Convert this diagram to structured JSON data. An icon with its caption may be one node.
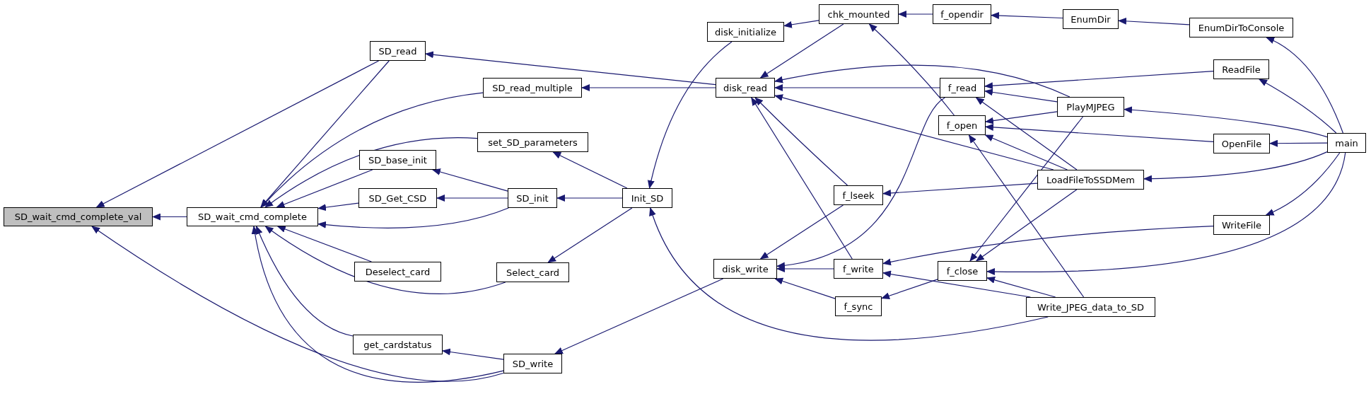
{
  "diagram": {
    "nodes": [
      {
        "text": [
          "SD_wait_cmd_complete_val"
        ]
      },
      {
        "text": [
          "SD_wait_cmd_complete"
        ]
      },
      {
        "text": [
          "SD_read"
        ]
      },
      {
        "text": [
          "SD_read_multiple"
        ]
      },
      {
        "text": [
          "set_SD_parameters"
        ]
      },
      {
        "text": [
          "SD_base_init"
        ]
      },
      {
        "text": [
          "SD_Get_CSD"
        ]
      },
      {
        "text": [
          "SD_init"
        ]
      },
      {
        "text": [
          "Deselect_card"
        ]
      },
      {
        "text": [
          "Select_card"
        ]
      },
      {
        "text": [
          "get_cardstatus"
        ]
      },
      {
        "text": [
          "SD_write"
        ]
      },
      {
        "text": [
          "Init_SD"
        ]
      },
      {
        "text": [
          "disk_initialize"
        ]
      },
      {
        "text": [
          "disk_read"
        ]
      },
      {
        "text": [
          "disk_write"
        ]
      },
      {
        "text": [
          "chk_mounted"
        ]
      },
      {
        "text": [
          "f_opendir"
        ]
      },
      {
        "text": [
          "EnumDir"
        ]
      },
      {
        "text": [
          "EnumDirToConsole"
        ]
      },
      {
        "text": [
          "f_read"
        ]
      },
      {
        "text": [
          "f_open"
        ]
      },
      {
        "text": [
          "f_lseek"
        ]
      },
      {
        "text": [
          "f_write"
        ]
      },
      {
        "text": [
          "f_sync"
        ]
      },
      {
        "text": [
          "f_close"
        ]
      },
      {
        "text": [
          "ReadFile"
        ]
      },
      {
        "text": [
          "PlayMJPEG"
        ]
      },
      {
        "text": [
          "OpenFile"
        ]
      },
      {
        "text": [
          "LoadFileToSSDMem"
        ]
      },
      {
        "text": [
          "WriteFile"
        ]
      },
      {
        "text": [
          "Write_JPEG_data_to_SD"
        ]
      },
      {
        "text": [
          "main"
        ]
      }
    ],
    "edges": [
      {
        "from": 1,
        "to": 0,
        "arrow": "to"
      },
      {
        "from": 2,
        "to": 0,
        "arrow": "to"
      },
      {
        "from": 11,
        "to": 0,
        "arrow": "to"
      },
      {
        "from": 2,
        "to": 1,
        "arrow": "to"
      },
      {
        "from": 3,
        "to": 1,
        "arrow": "to"
      },
      {
        "from": 4,
        "to": 1,
        "arrow": "to"
      },
      {
        "from": 5,
        "to": 1,
        "arrow": "to"
      },
      {
        "from": 6,
        "to": 1,
        "arrow": "to"
      },
      {
        "from": 7,
        "to": 1,
        "arrow": "to"
      },
      {
        "from": 8,
        "to": 1,
        "arrow": "to"
      },
      {
        "from": 9,
        "to": 1,
        "arrow": "to"
      },
      {
        "from": 10,
        "to": 1,
        "arrow": "to"
      },
      {
        "from": 11,
        "to": 1,
        "arrow": "to"
      },
      {
        "from": 7,
        "to": 5,
        "arrow": "to"
      },
      {
        "from": 7,
        "to": 6,
        "arrow": "to"
      },
      {
        "from": 12,
        "to": 4,
        "arrow": "to"
      },
      {
        "from": 12,
        "to": 7,
        "arrow": "to"
      },
      {
        "from": 12,
        "to": 9,
        "arrow": "to"
      },
      {
        "from": 11,
        "to": 10,
        "arrow": "to"
      },
      {
        "from": 14,
        "to": 2,
        "arrow": "to"
      },
      {
        "from": 14,
        "to": 3,
        "arrow": "to"
      },
      {
        "from": 13,
        "to": 12,
        "arrow": "to"
      },
      {
        "from": 31,
        "to": 12,
        "arrow": "to"
      },
      {
        "from": 15,
        "to": 11,
        "arrow": "to"
      },
      {
        "from": 16,
        "to": 13,
        "arrow": "to"
      },
      {
        "from": 16,
        "to": 14,
        "arrow": "to"
      },
      {
        "from": 21,
        "to": 16,
        "arrow": "to"
      },
      {
        "from": 17,
        "to": 16,
        "arrow": "to"
      },
      {
        "from": 18,
        "to": 17,
        "arrow": "to"
      },
      {
        "from": 19,
        "to": 18,
        "arrow": "to"
      },
      {
        "from": 27,
        "to": 14,
        "arrow": "to"
      },
      {
        "from": 20,
        "to": 14,
        "arrow": "to"
      },
      {
        "from": 29,
        "to": 14,
        "arrow": "to"
      },
      {
        "from": 22,
        "to": 14,
        "arrow": "to"
      },
      {
        "from": 23,
        "to": 14,
        "arrow": "to"
      },
      {
        "from": 22,
        "to": 15,
        "arrow": "to"
      },
      {
        "from": 23,
        "to": 15,
        "arrow": "to"
      },
      {
        "from": 24,
        "to": 15,
        "arrow": "to"
      },
      {
        "from": 20,
        "to": 15,
        "arrow": "to"
      },
      {
        "from": 29,
        "to": 22,
        "arrow": "to"
      },
      {
        "from": 26,
        "to": 20,
        "arrow": "to"
      },
      {
        "from": 27,
        "to": 20,
        "arrow": "to"
      },
      {
        "from": 29,
        "to": 20,
        "arrow": "to"
      },
      {
        "from": 27,
        "to": 21,
        "arrow": "to"
      },
      {
        "from": 28,
        "to": 21,
        "arrow": "to"
      },
      {
        "from": 29,
        "to": 21,
        "arrow": "to"
      },
      {
        "from": 31,
        "to": 21,
        "arrow": "to"
      },
      {
        "from": 27,
        "to": 25,
        "arrow": "to"
      },
      {
        "from": 29,
        "to": 25,
        "arrow": "to"
      },
      {
        "from": 31,
        "to": 25,
        "arrow": "to"
      },
      {
        "from": 32,
        "to": 25,
        "arrow": "to"
      },
      {
        "from": 25,
        "to": 24,
        "arrow": "to"
      },
      {
        "from": 30,
        "to": 23,
        "arrow": "to"
      },
      {
        "from": 31,
        "to": 23,
        "arrow": "to"
      },
      {
        "from": 32,
        "to": 19,
        "arrow": "to"
      },
      {
        "from": 32,
        "to": 26,
        "arrow": "to"
      },
      {
        "from": 32,
        "to": 27,
        "arrow": "to"
      },
      {
        "from": 32,
        "to": 28,
        "arrow": "to"
      },
      {
        "from": 32,
        "to": 29,
        "arrow": "to"
      },
      {
        "from": 32,
        "to": 30,
        "arrow": "to"
      }
    ]
  }
}
